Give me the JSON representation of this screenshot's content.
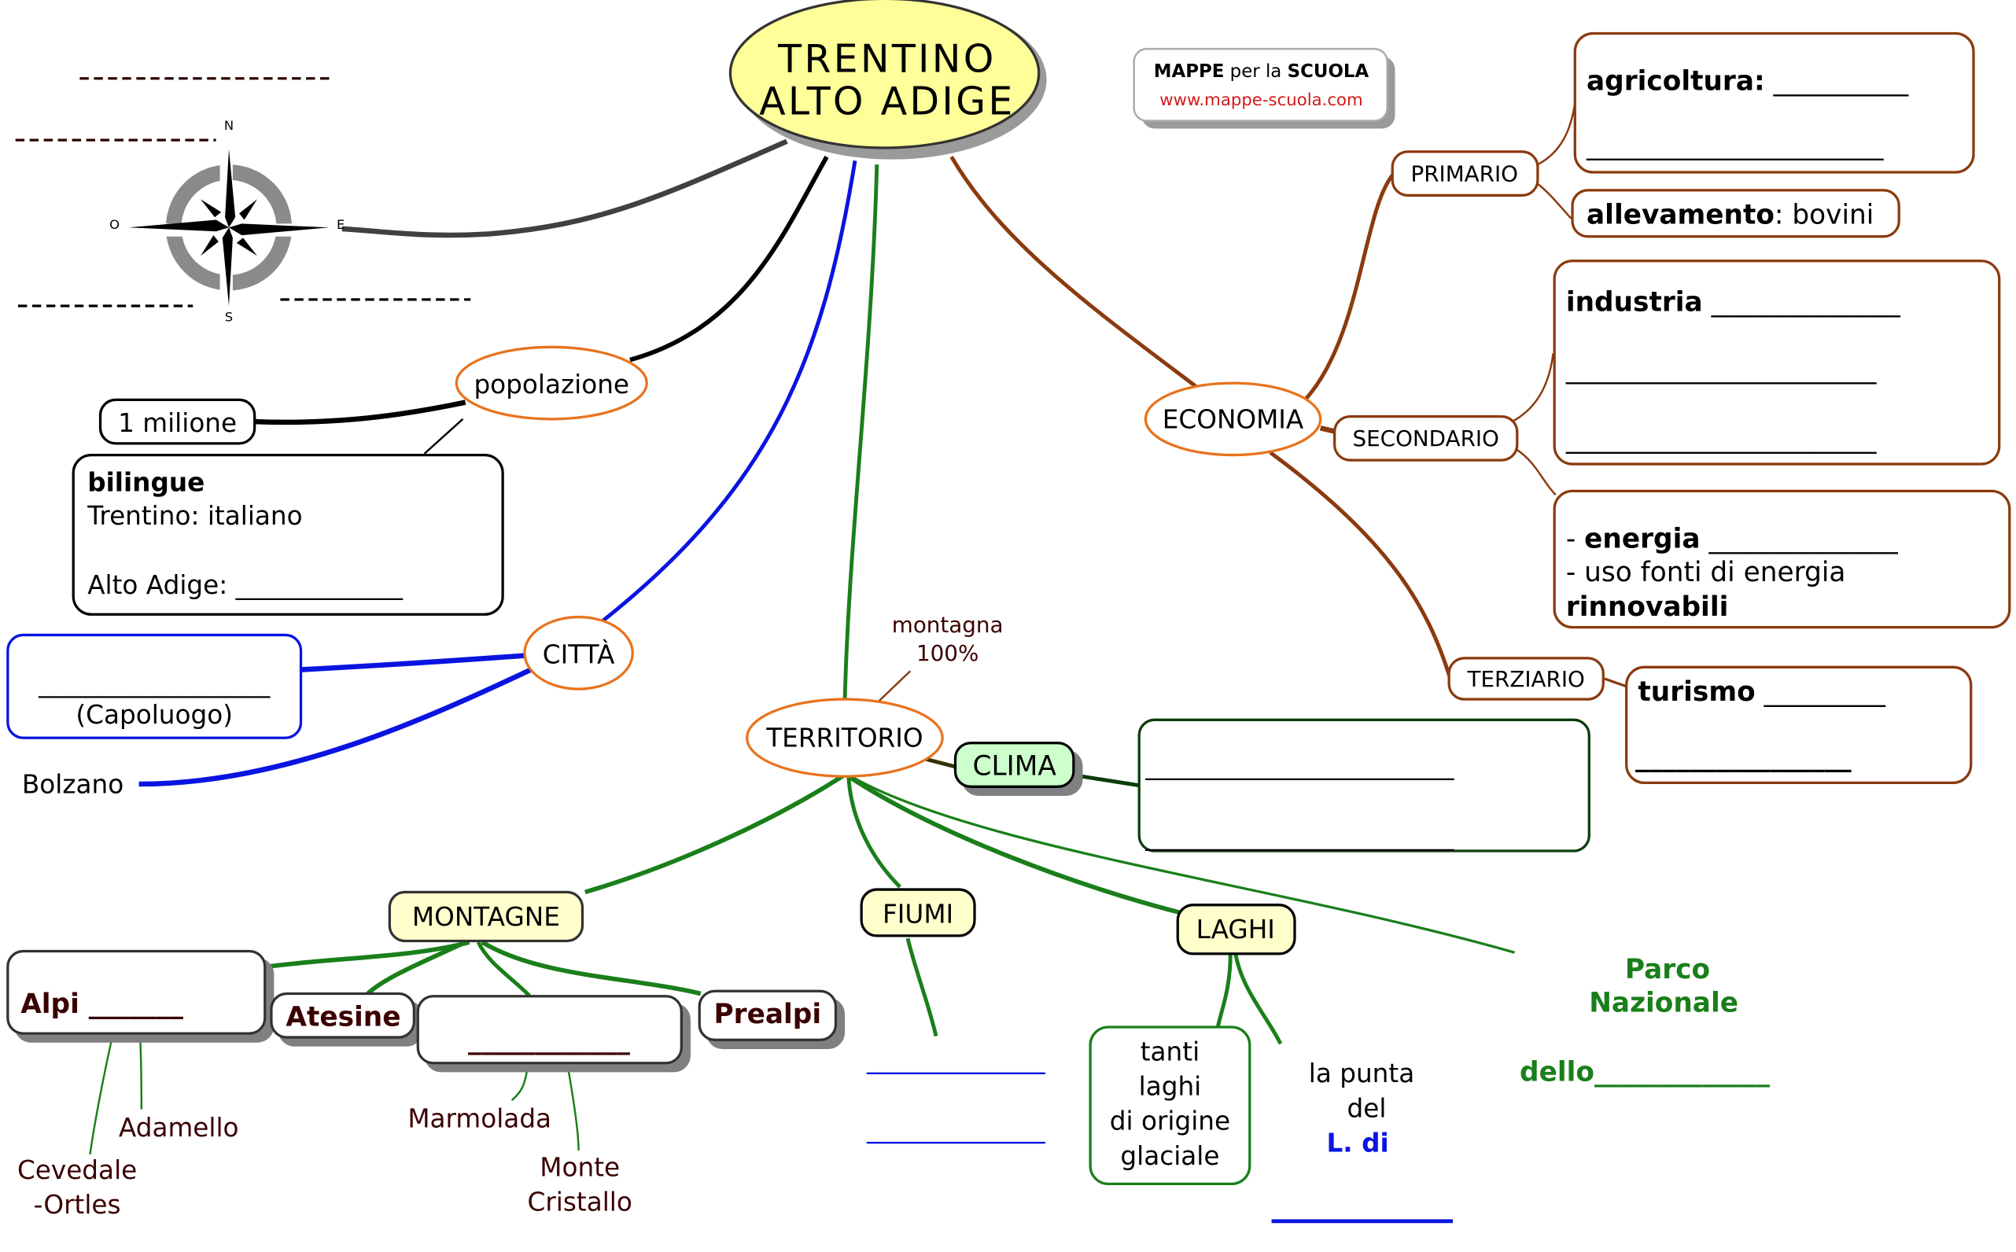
{
  "title": {
    "line1": "TRENTINO",
    "line2": "ALTO ADIGE"
  },
  "logo": {
    "brand_bold1": "MAPPE",
    "brand_mid": " per la ",
    "brand_bold2": "SCUOLA",
    "url": "www.mappe-scuola.com"
  },
  "compass": {
    "north": "N",
    "south": "S",
    "east": "E",
    "west": "O"
  },
  "blanks": {
    "compass_top": "--------------------",
    "compass_left": "-----------------",
    "compass_bottom_left": "--------------",
    "compass_bottom_right": "---------------"
  },
  "popolazione": {
    "label": "popolazione",
    "count": "1 milione",
    "bilingue_title": "bilingue",
    "trentino_lang": "Trentino: italiano",
    "altoadige_lang": "Alto Adige: _____________"
  },
  "citta": {
    "label": "CITTÀ",
    "capoluogo_blank": "__________________",
    "capoluogo_label": "(Capoluogo)",
    "bolzano": "Bolzano"
  },
  "economia": {
    "label": "ECONOMIA",
    "primario": {
      "label": "PRIMARIO",
      "agricoltura": "agricoltura:",
      "agricoltura_blank": "__________",
      "agricoltura_blank2": "______________________",
      "allevamento": "allevamento",
      "allevamento_value": ": bovini"
    },
    "secondario": {
      "label": "SECONDARIO",
      "industria": "industria",
      "industria_blank": "______________",
      "industria_blank2": "_______________________",
      "industria_blank3": "_______________________",
      "energia_prefix": "- ",
      "energia": "energia",
      "energia_blank": "______________",
      "fonti": "- uso fonti di energia",
      "rinnovabili": "rinnovabili"
    },
    "terziario": {
      "label": "TERZIARIO",
      "turismo": "turismo",
      "turismo_blank": "_________",
      "turismo_blank2": "________________"
    }
  },
  "territorio": {
    "label": "TERRITORIO",
    "montagna": "montagna",
    "montagna_pct": "100%",
    "clima": {
      "label": "CLIMA",
      "blank1": "________________________",
      "blank2": "________________________"
    },
    "montagne": {
      "label": "MONTAGNE",
      "alpi": "Alpi",
      "alpi_blank": "_______",
      "atesine": "Atesine",
      "dolomiti_blank": "____________",
      "prealpi": "Prealpi",
      "peaks": [
        "Adamello",
        "Cevedale",
        "-Ortles",
        "Marmolada",
        "Monte",
        "Cristallo"
      ]
    },
    "fiumi": {
      "label": "FIUMI",
      "blank1": "__________",
      "blank2": "__________"
    },
    "laghi": {
      "label": "LAGHI",
      "glaciali": [
        "tanti",
        "laghi",
        "di origine",
        "glaciale"
      ],
      "punta": [
        "la punta",
        "del"
      ],
      "lago_prefix": "L. di",
      "lago_blank": "__________"
    },
    "parco": {
      "line1": "Parco",
      "line2": "Nazionale",
      "dello": "dello",
      "blank": "_____________"
    }
  },
  "colors": {
    "brown": "#8b3a0f",
    "orange": "#e8731d",
    "green": "#1a7f1a",
    "blue": "#0a14e0",
    "yellow": "#ffff99",
    "pale_yellow": "#ffffcc",
    "mint": "#ccffcc"
  }
}
